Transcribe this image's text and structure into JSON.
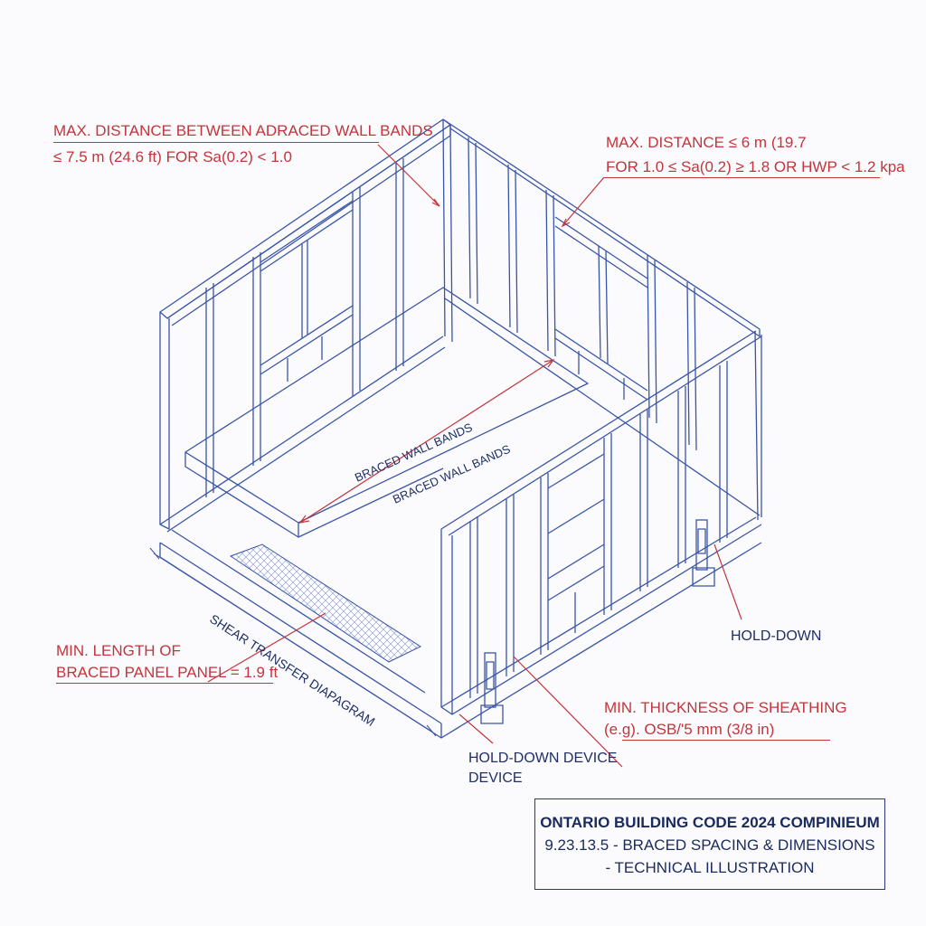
{
  "labels": {
    "max_distance_a_line1": "MAX. DISTANCE BETWEEN ADRACED WALL BANDS",
    "max_distance_a_line2": "≤ 7.5 m (24.6 ft) FOR Sa(0.2) < 1.0",
    "max_distance_b_line1": "MAX. DISTANCE ≤ 6 m (19.7",
    "max_distance_b_line2": "FOR 1.0 ≤ Sa(0.2) ≥ 1.8 OR HWP < 1.2 kpa",
    "braced_wall_bands_1": "BRACED WALL BANDS",
    "braced_wall_bands_2": "BRACED WALL BANDS",
    "shear_transfer": "SHEAR TRANSFER DIAPAGRAM",
    "min_length_line1": "MIN. LENGTH OF",
    "min_length_line2": "BRACED PANEL PANEL = 1.9 ft",
    "hold_down_right": "HOLD-DOWN",
    "min_thickness_line1": "MIN. THICKNESS OF SHEATHING",
    "min_thickness_line2": "(e.g). OSB/'5 mm (3/8 in)",
    "hold_down_device_line1": "HOLD-DOWN DEVICE",
    "hold_down_device_line2": "DEVICE"
  },
  "title_block": {
    "line1": "ONTARIO BUILDING CODE 2024 COMPINIEUM",
    "line2": "9.23.13.5 - BRACED SPACING & DIMENSIONS",
    "line3": "- TECHNICAL ILLUSTRATION"
  },
  "colors": {
    "frame_blue": "#3a55a8",
    "annotation_red": "#c4343b",
    "text_navy": "#1f2f66",
    "background": "#fbfbfd"
  }
}
